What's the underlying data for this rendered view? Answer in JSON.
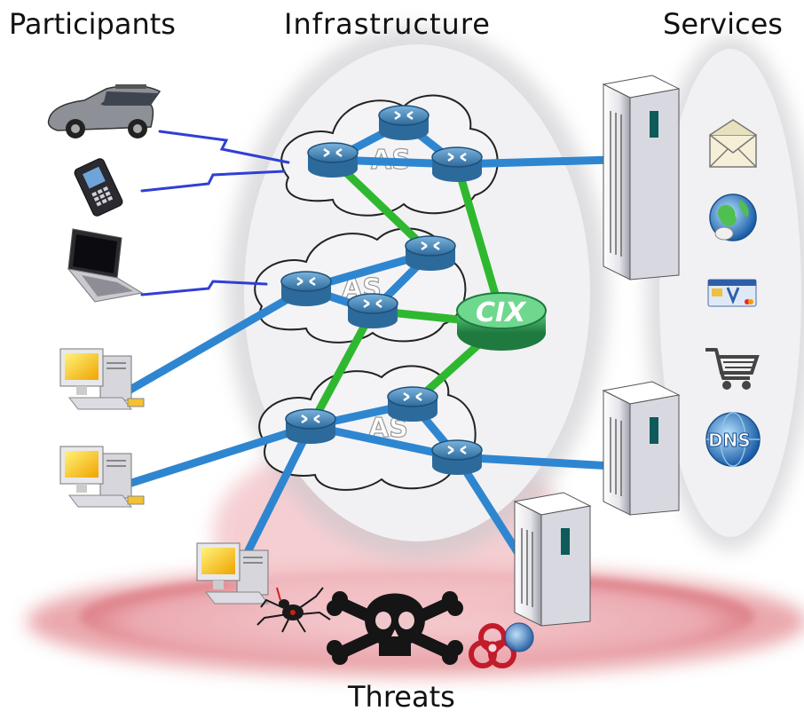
{
  "headings": {
    "participants": "Participants",
    "infrastructure": "Infrastructure",
    "services": "Services",
    "threats": "Threats"
  },
  "clouds": {
    "as_label": "AS",
    "cix_label": "CIX"
  },
  "services": {
    "dns_label": "DNS"
  },
  "colors": {
    "backbone_link": "#2f86d0",
    "peering_link": "#2fb82f",
    "router": "#3f7fb0",
    "cix": "#2e9a52",
    "threat_zone": "#c9444c"
  }
}
